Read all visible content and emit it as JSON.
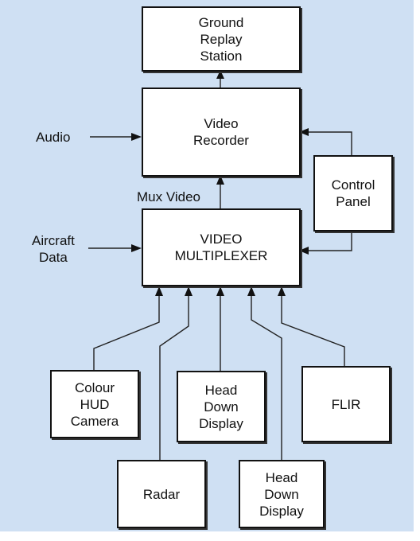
{
  "diagram": {
    "boxes": {
      "ground_replay_station": "Ground\nReplay\nStation",
      "video_recorder": "Video\nRecorder",
      "control_panel": "Control\nPanel",
      "video_multiplexer": "VIDEO\nMULTIPLEXER",
      "colour_hud_camera": "Colour\nHUD\nCamera",
      "head_down_display_1": "Head\nDown\nDisplay",
      "flir": "FLIR",
      "radar": "Radar",
      "head_down_display_2": "Head\nDown\nDisplay"
    },
    "labels": {
      "audio": "Audio",
      "mux_video": "Mux Video",
      "aircraft_data": "Aircraft\nData"
    }
  },
  "colors": {
    "background": "#cfe0f3",
    "box_fill": "#ffffff",
    "line": "#111111"
  }
}
